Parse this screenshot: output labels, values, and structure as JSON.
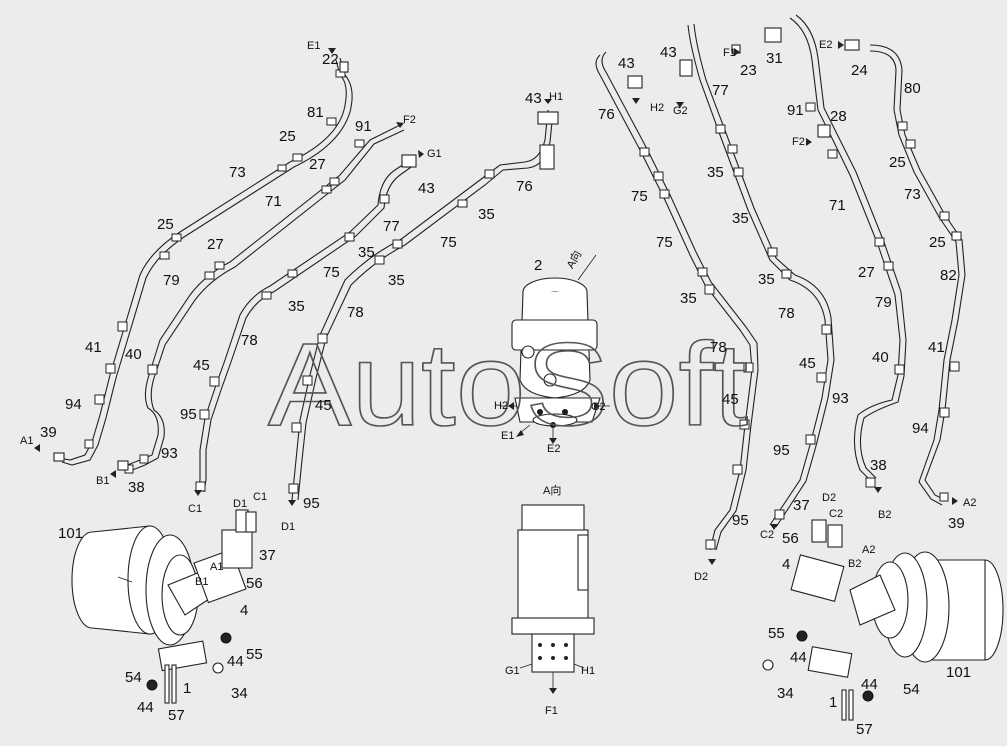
{
  "watermark": "AutoSoft",
  "callouts": [
    {
      "id": "c1",
      "text": "22"
    },
    {
      "id": "c2",
      "text": "81"
    },
    {
      "id": "c3",
      "text": "25"
    },
    {
      "id": "c4",
      "text": "91"
    },
    {
      "id": "c5",
      "text": "73"
    },
    {
      "id": "c6",
      "text": "27"
    },
    {
      "id": "c7",
      "text": "71"
    },
    {
      "id": "c8",
      "text": "25"
    },
    {
      "id": "c9",
      "text": "27"
    },
    {
      "id": "c10",
      "text": "79"
    },
    {
      "id": "c11",
      "text": "43"
    },
    {
      "id": "c12",
      "text": "77"
    },
    {
      "id": "c13",
      "text": "35"
    },
    {
      "id": "c14",
      "text": "75"
    },
    {
      "id": "c15",
      "text": "35"
    },
    {
      "id": "c16",
      "text": "78"
    },
    {
      "id": "c17",
      "text": "35"
    },
    {
      "id": "c18",
      "text": "78"
    },
    {
      "id": "c19",
      "text": "41"
    },
    {
      "id": "c20",
      "text": "40"
    },
    {
      "id": "c21",
      "text": "45"
    },
    {
      "id": "c22",
      "text": "94"
    },
    {
      "id": "c23",
      "text": "95"
    },
    {
      "id": "c24",
      "text": "45"
    },
    {
      "id": "c25",
      "text": "39"
    },
    {
      "id": "c26",
      "text": "93"
    },
    {
      "id": "c27",
      "text": "38"
    },
    {
      "id": "c28",
      "text": "95"
    },
    {
      "id": "c29",
      "text": "43"
    },
    {
      "id": "c30",
      "text": "76"
    },
    {
      "id": "c31",
      "text": "35"
    },
    {
      "id": "c32",
      "text": "75"
    },
    {
      "id": "c33",
      "text": "2"
    },
    {
      "id": "c34",
      "text": "43"
    },
    {
      "id": "c35",
      "text": "76"
    },
    {
      "id": "c36",
      "text": "43"
    },
    {
      "id": "c37",
      "text": "77"
    },
    {
      "id": "c38",
      "text": "35"
    },
    {
      "id": "c39",
      "text": "75"
    },
    {
      "id": "c40",
      "text": "35"
    },
    {
      "id": "c41",
      "text": "75"
    },
    {
      "id": "c42",
      "text": "35"
    },
    {
      "id": "c43",
      "text": "35"
    },
    {
      "id": "c44",
      "text": "78"
    },
    {
      "id": "c45",
      "text": "78"
    },
    {
      "id": "c46",
      "text": "23"
    },
    {
      "id": "c47",
      "text": "31"
    },
    {
      "id": "c48",
      "text": "24"
    },
    {
      "id": "c49",
      "text": "80"
    },
    {
      "id": "c50",
      "text": "91"
    },
    {
      "id": "c51",
      "text": "28"
    },
    {
      "id": "c52",
      "text": "25"
    },
    {
      "id": "c53",
      "text": "73"
    },
    {
      "id": "c54",
      "text": "71"
    },
    {
      "id": "c55",
      "text": "25"
    },
    {
      "id": "c56",
      "text": "27"
    },
    {
      "id": "c57",
      "text": "82"
    },
    {
      "id": "c58",
      "text": "79"
    },
    {
      "id": "c59",
      "text": "41"
    },
    {
      "id": "c60",
      "text": "40"
    },
    {
      "id": "c61",
      "text": "45"
    },
    {
      "id": "c62",
      "text": "93"
    },
    {
      "id": "c63",
      "text": "45"
    },
    {
      "id": "c64",
      "text": "94"
    },
    {
      "id": "c65",
      "text": "95"
    },
    {
      "id": "c66",
      "text": "38"
    },
    {
      "id": "c67",
      "text": "39"
    },
    {
      "id": "c68",
      "text": "95"
    },
    {
      "id": "c69",
      "text": "101"
    },
    {
      "id": "c70",
      "text": "37"
    },
    {
      "id": "c71",
      "text": "56"
    },
    {
      "id": "c72",
      "text": "4"
    },
    {
      "id": "c73",
      "text": "44"
    },
    {
      "id": "c74",
      "text": "55"
    },
    {
      "id": "c75",
      "text": "54"
    },
    {
      "id": "c76",
      "text": "1"
    },
    {
      "id": "c77",
      "text": "34"
    },
    {
      "id": "c78",
      "text": "44"
    },
    {
      "id": "c79",
      "text": "57"
    },
    {
      "id": "c80",
      "text": "37"
    },
    {
      "id": "c81",
      "text": "56"
    },
    {
      "id": "c82",
      "text": "4"
    },
    {
      "id": "c83",
      "text": "55"
    },
    {
      "id": "c84",
      "text": "44"
    },
    {
      "id": "c85",
      "text": "34"
    },
    {
      "id": "c86",
      "text": "1"
    },
    {
      "id": "c87",
      "text": "44"
    },
    {
      "id": "c88",
      "text": "57"
    },
    {
      "id": "c89",
      "text": "54"
    },
    {
      "id": "c90",
      "text": "101"
    }
  ],
  "ports": [
    {
      "id": "p1",
      "text": "E1"
    },
    {
      "id": "p2",
      "text": "F2"
    },
    {
      "id": "p3",
      "text": "G1"
    },
    {
      "id": "p4",
      "text": "H1"
    },
    {
      "id": "p5",
      "text": "A1"
    },
    {
      "id": "p6",
      "text": "B1"
    },
    {
      "id": "p7",
      "text": "C1"
    },
    {
      "id": "p8",
      "text": "D1"
    },
    {
      "id": "p9",
      "text": "D1"
    },
    {
      "id": "p10",
      "text": "C1"
    },
    {
      "id": "p11",
      "text": "B1"
    },
    {
      "id": "p12",
      "text": "A1"
    },
    {
      "id": "p13",
      "text": "H2"
    },
    {
      "id": "p14",
      "text": "G2"
    },
    {
      "id": "p15",
      "text": "E1"
    },
    {
      "id": "p16",
      "text": "E2"
    },
    {
      "id": "p17",
      "text": "A向"
    },
    {
      "id": "p18",
      "text": "A向"
    },
    {
      "id": "p19",
      "text": "G1"
    },
    {
      "id": "p20",
      "text": "H1"
    },
    {
      "id": "p21",
      "text": "F1"
    },
    {
      "id": "p22",
      "text": "H2"
    },
    {
      "id": "p23",
      "text": "G2"
    },
    {
      "id": "p24",
      "text": "F1"
    },
    {
      "id": "p25",
      "text": "E2"
    },
    {
      "id": "p26",
      "text": "F2"
    },
    {
      "id": "p27",
      "text": "A2"
    },
    {
      "id": "p28",
      "text": "B2"
    },
    {
      "id": "p29",
      "text": "C2"
    },
    {
      "id": "p30",
      "text": "D2"
    },
    {
      "id": "p31",
      "text": "D2"
    },
    {
      "id": "p32",
      "text": "C2"
    },
    {
      "id": "p33",
      "text": "A2"
    },
    {
      "id": "p34",
      "text": "B2"
    }
  ]
}
